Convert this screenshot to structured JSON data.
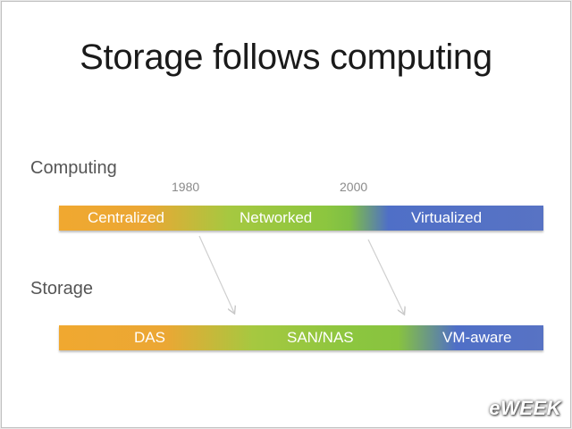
{
  "title": "Storage follows computing",
  "computing": {
    "label": "Computing",
    "years": [
      "1980",
      "2000"
    ],
    "segments": [
      "Centralized",
      "Networked",
      "Virtualized"
    ]
  },
  "storage": {
    "label": "Storage",
    "segments": [
      "DAS",
      "SAN/NAS",
      "VM-aware"
    ]
  },
  "logo": "eWEEK",
  "colors": {
    "orange": "#f0a830",
    "green": "#8cc63f",
    "blue": "#5873c4"
  }
}
